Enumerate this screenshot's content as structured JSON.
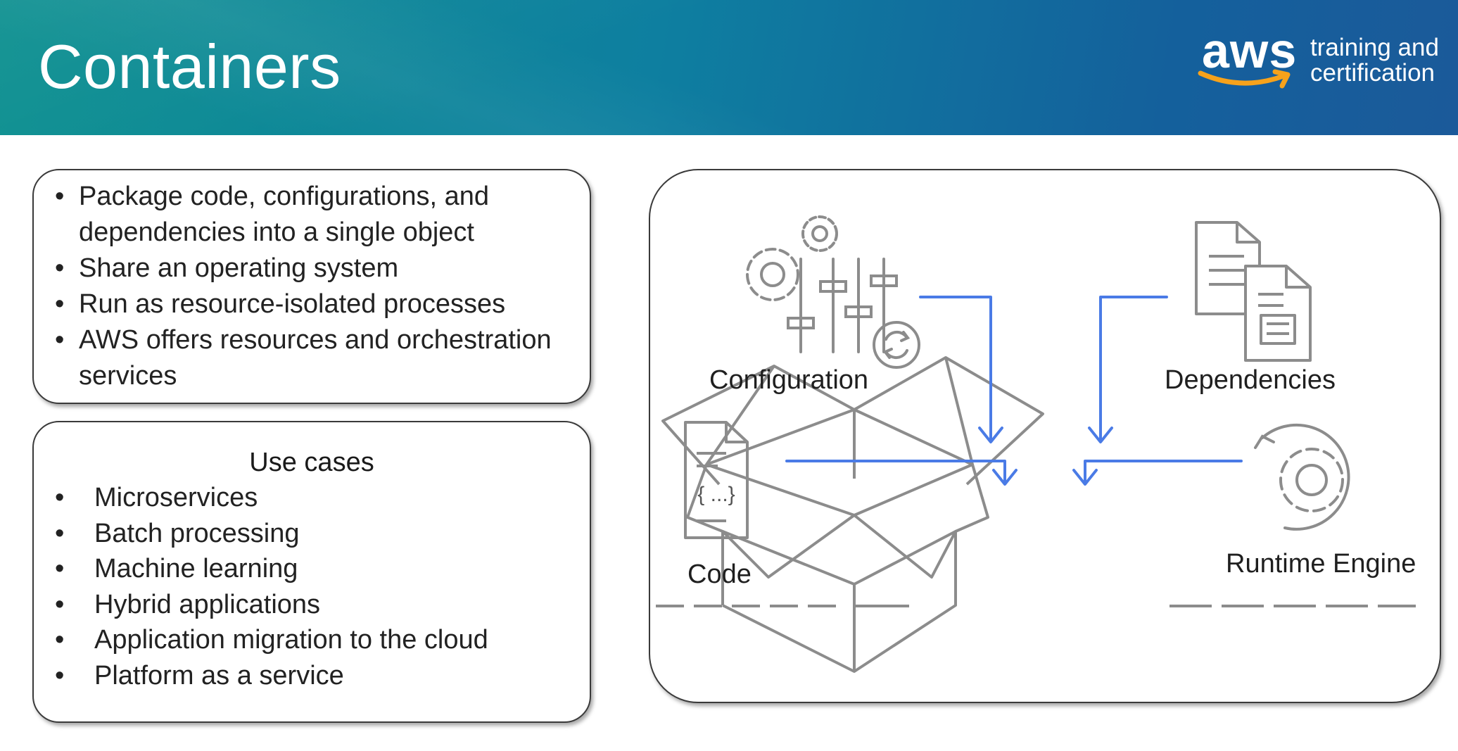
{
  "header": {
    "title": "Containers",
    "logo_text": "aws",
    "logo_subtitle_line1": "training and",
    "logo_subtitle_line2": "certification"
  },
  "overview": {
    "bullets": [
      "Package code, configurations, and dependencies into a single object",
      "Share an operating system",
      "Run as resource-isolated processes",
      "AWS offers resources and orchestration services"
    ]
  },
  "use_cases": {
    "title": "Use cases",
    "items": [
      "Microservices",
      "Batch processing",
      "Machine learning",
      "Hybrid applications",
      "Application migration to the cloud",
      "Platform as a service"
    ]
  },
  "diagram": {
    "labels": {
      "configuration": "Configuration",
      "dependencies": "Dependencies",
      "code": "Code",
      "runtime_engine": "Runtime Engine"
    },
    "code_icon_text": "{ ...}",
    "icons": [
      "gears-sliders-icon",
      "documents-icon",
      "code-file-icon",
      "gear-refresh-icon",
      "open-box-icon"
    ],
    "colors": {
      "arrow": "#4a7be6",
      "icon_stroke": "#8c8c8c",
      "header_start": "#0b8f8f",
      "header_end": "#1b5a9a",
      "logo_smile": "#f7a21b"
    }
  }
}
